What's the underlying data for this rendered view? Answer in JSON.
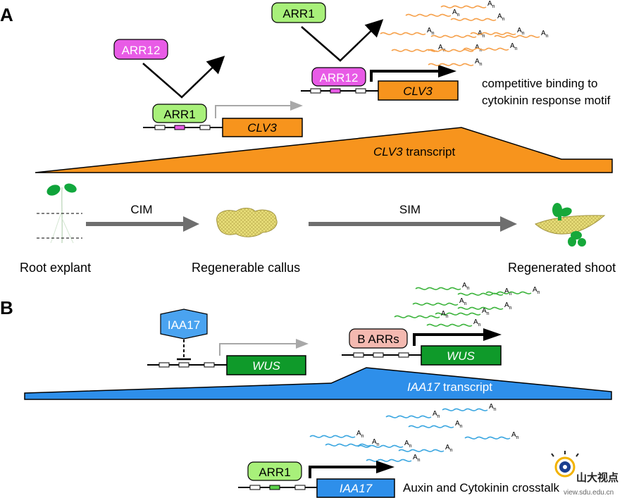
{
  "panelA": {
    "letter": "A",
    "arr12_top": "ARR12",
    "arr1_top": "ARR1",
    "arr1_bound": "ARR1",
    "arr12_bound": "ARR12",
    "clv3_left": "CLV3",
    "clv3_right": "CLV3",
    "note_line1": "competitive binding to",
    "note_line2": "cytokinin response motif",
    "transcript_gene": "CLV3",
    "transcript_word": " transcript",
    "cim": "CIM",
    "sim": "SIM",
    "stage1": "Root explant",
    "stage2": "Regenerable callus",
    "stage3": "Regenerated shoot",
    "polyA": "A",
    "polyA_sub": "n"
  },
  "panelB": {
    "letter": "B",
    "iaa17_factor": "IAA17",
    "wus_left": "WUS",
    "barrs": "B ARRs",
    "wus_right": "WUS",
    "transcript_gene": "IAA17",
    "transcript_word": " transcript",
    "arr1": "ARR1",
    "iaa17_gene": "IAA17",
    "crosstalk": "Auxin and Cytokinin crosstalk",
    "polyA": "A",
    "polyA_sub": "n"
  },
  "watermark": {
    "text": "山大视点",
    "url": "view.sdu.edu.cn"
  },
  "colors": {
    "orange": "#F7941D",
    "green_factor": "#A8F07A",
    "magenta": "#E85BE6",
    "wus_green": "#0F9A2A",
    "blue": "#2E8FEA",
    "iaa17_hex": "#4AA3F0",
    "barrs_pink": "#F4B9B0",
    "callus": "#E9DF7A",
    "arrow_gray": "#6E6E6E",
    "orange_mrna": "#F6A04A",
    "green_mrna": "#3CB43C",
    "blue_mrna": "#3AA6E0"
  },
  "icons": [
    "plant-seedling-icon",
    "callus-icon",
    "regenerated-shoot-icon",
    "watermark-eye-icon"
  ]
}
